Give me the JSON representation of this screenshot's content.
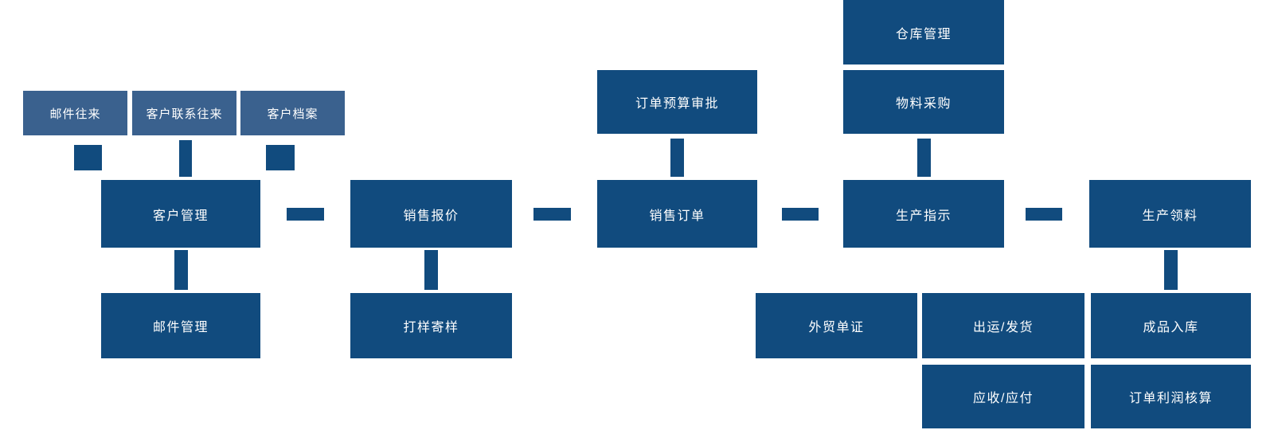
{
  "diagram": {
    "type": "flowchart",
    "background": "#FFFFFF",
    "colors": {
      "node_dark": "#114B7E",
      "node_light": "#3A618E",
      "node_text": "#FFFFFF",
      "connector": "#114B7E"
    },
    "nodes": [
      {
        "label": "邮件往来",
        "variant": "light"
      },
      {
        "label": "客户联系往来",
        "variant": "light"
      },
      {
        "label": "客户档案",
        "variant": "light"
      },
      {
        "label": "仓库管理",
        "variant": "dark"
      },
      {
        "label": "物料采购",
        "variant": "dark"
      },
      {
        "label": "订单预算审批",
        "variant": "dark"
      },
      {
        "label": "客户管理",
        "variant": "dark"
      },
      {
        "label": "销售报价",
        "variant": "dark"
      },
      {
        "label": "销售订单",
        "variant": "dark"
      },
      {
        "label": "生产指示",
        "variant": "dark"
      },
      {
        "label": "生产领料",
        "variant": "dark"
      },
      {
        "label": "邮件管理",
        "variant": "dark"
      },
      {
        "label": "打样寄样",
        "variant": "dark"
      },
      {
        "label": "外贸单证",
        "variant": "dark"
      },
      {
        "label": "出运/发货",
        "variant": "dark"
      },
      {
        "label": "成品入库",
        "variant": "dark"
      },
      {
        "label": "应收/应付",
        "variant": "dark"
      },
      {
        "label": "订单利润核算",
        "variant": "dark"
      }
    ],
    "connections": [
      {
        "from": "邮件往来",
        "to": "客户管理",
        "type": "stub"
      },
      {
        "from": "客户联系往来",
        "to": "客户管理",
        "type": "vertical-bar"
      },
      {
        "from": "客户档案",
        "to": "客户管理",
        "type": "stub"
      },
      {
        "from": "订单预算审批",
        "to": "销售订单",
        "type": "vertical-bar"
      },
      {
        "from": "物料采购",
        "to": "生产指示",
        "type": "vertical-bar"
      },
      {
        "from": "客户管理",
        "to": "销售报价",
        "type": "horizontal-dash"
      },
      {
        "from": "销售报价",
        "to": "销售订单",
        "type": "horizontal-dash"
      },
      {
        "from": "销售订单",
        "to": "生产指示",
        "type": "horizontal-dash"
      },
      {
        "from": "生产指示",
        "to": "生产领料",
        "type": "horizontal-dash"
      },
      {
        "from": "客户管理",
        "to": "邮件管理",
        "type": "vertical-bar"
      },
      {
        "from": "销售报价",
        "to": "打样寄样",
        "type": "vertical-bar"
      },
      {
        "from": "生产领料",
        "to": "成品入库",
        "type": "vertical-bar"
      }
    ]
  }
}
